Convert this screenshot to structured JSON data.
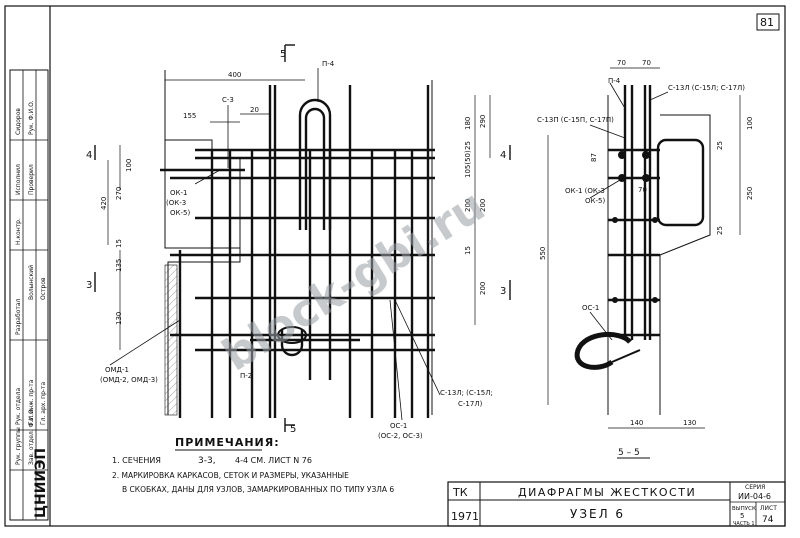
{
  "sheet_number": "81",
  "drawing": {
    "labels": {
      "p4_left": "П-4",
      "c3": "С-3",
      "ok1": "ОК-1",
      "ok3": "(ОК-3",
      "ok5": "ОК-5)",
      "omd1": "ОМД-1",
      "omd2": "(ОМД-2, ОМД-3)",
      "p2": "П-2",
      "c13l": "С-13Л; (С-15Л;",
      "c17l": "С-17Л)",
      "oc1": "ОС-1",
      "oc2": "(ОС-2, ОС-3)",
      "p4_right": "П-4",
      "c13l_right": "С-13Л (С-15Л; С-17Л)",
      "c13p": "С-13П (С-15П, С-17П)",
      "ok1_right": "ОК-1 (ОК-3",
      "ok5_right": "ОК-5)",
      "oc1_right": "ОС-1"
    },
    "section_marks": {
      "s5_top": "5",
      "s5_bottom": "5",
      "s4_left": "4",
      "s4_right": "4",
      "s3_left": "3",
      "s3_right": "3",
      "section_title": "5 – 5"
    },
    "dimensions_left": {
      "d400": "400",
      "d155": "155",
      "d20": "20",
      "d100": "100",
      "d270": "270",
      "d420": "420",
      "d15": "15",
      "d135": "135",
      "d130": "130"
    },
    "dimensions_mid": {
      "d180": "180",
      "d290": "290",
      "d25": "25",
      "d105": "105(50)",
      "d200a": "200",
      "d200b": "200",
      "d200c": "200",
      "d15b": "15"
    },
    "dimensions_right": {
      "d70a": "70",
      "d70b": "70",
      "d100": "100",
      "d87": "87",
      "d25a": "25",
      "d250": "250",
      "d550": "550",
      "d70c": "70",
      "d25b": "25",
      "d140": "140",
      "d130": "130"
    }
  },
  "notes": {
    "title": "ПРИМЕЧАНИЯ:",
    "line1_a": "1. СЕЧЕНИЯ",
    "line1_b": "3-3,",
    "line1_c": "4-4 СМ. ЛИСТ N 76",
    "line2": "2. МАРКИРОВКА КАРКАСОВ, СЕТОК И РАЗМЕРЫ, УКАЗАННЫЕ",
    "line3": "В СКОБКАХ, ДАНЫ ДЛЯ УЗЛОВ, ЗАМАРКИРОВАННЫХ ПО ТИПУ УЗЛА 6"
  },
  "title_block": {
    "org_top": "ТК",
    "year": "1971",
    "title": "ДИАФРАГМЫ ЖЕСТКОСТИ",
    "node": "УЗЕЛ 6",
    "series_label": "СЕРИЯ",
    "series_value": "ИИ-04-6",
    "issue_label": "ВЫПУСК",
    "issue_value": "5",
    "part_label": "ЧАСТЬ 1",
    "sheet_label": "ЛИСТ",
    "sheet_value": "74"
  },
  "side_stamp": {
    "cells": [
      "Сидоров",
      "Рук. Ф.И.О.",
      "Исполнил",
      "Проверил",
      "Н.контр.",
      "Разработал",
      "Волынский",
      "Остров",
      "Рук. отдела",
      "Гл. инж. пр-та",
      "Гл. арх. пр-та",
      "Рук. группы",
      "Зав. отдел. Ф.И.О."
    ],
    "org_label": "ЦНИИЭП"
  },
  "watermark": "block-gbi.ru"
}
